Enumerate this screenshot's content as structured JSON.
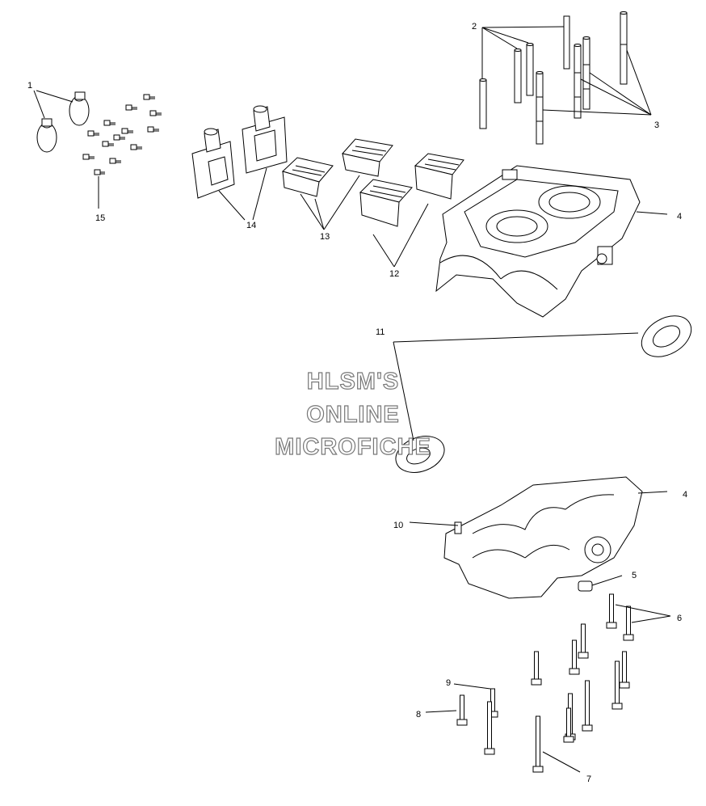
{
  "callouts": {
    "c1": "1",
    "c2": "2",
    "c3": "3",
    "c4a": "4",
    "c4b": "4",
    "c5": "5",
    "c6": "6",
    "c7": "7",
    "c8": "8",
    "c9": "9",
    "c10": "10",
    "c11": "11",
    "c12": "12",
    "c13": "13",
    "c14": "14",
    "c15": "15"
  },
  "watermark": {
    "line1": "HLSM'S",
    "line2": "ONLINE",
    "line3": "MICROFICHE"
  },
  "colors": {
    "line": "#000000",
    "watermark_outline": "#777777",
    "background": "#ffffff"
  }
}
